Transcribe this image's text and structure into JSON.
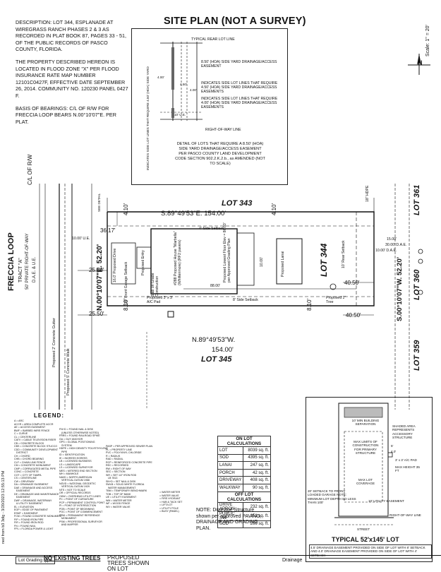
{
  "description": {
    "legal": "DESCRIPTION: LOT 344, ESPLANADE AT WIREGRASS RANCH PHASES 2 & 3 AS RECORDED IN PLAT BOOK 87, PAGES 33 - 51, OF THE PUBLIC RECORDS OF PASCO COUNTY, FLORIDA.",
    "flood": "THE PROPERTY DESCRIBED HEREON IS LOCATED IN FLOOD ZONE \"X\" PER FLOOD INSURANCE RATE MAP NUMBER 12101C0427F, EFFECTIVE DATE SEPTEMBER 26, 2014. COMMUNITY No. 120230 PANEL 0427 F.",
    "bearings": "BASIS OF BEARINGS: C/L OF R/W FOR FRECCIA LOOP BEARS N.00°10'07\"E. PER PLAT."
  },
  "title": "SITE PLAN (NOT A SURVEY)",
  "scale": "Scale: 1\" = 20'",
  "north": "N",
  "detail": {
    "typical_rear": "TYPICAL REAR LOT LINE",
    "easement_a": "8.50' (HOA) SIDE YARD DRAINAGE/ACCESS EASEMENT",
    "dim_400a": "4.00'",
    "dim_450": "4.50'",
    "dim_400b": "4.00'",
    "indicates_a": "INDICATES SIDE LOT LINES THAT REQUIRE 4.50' (HOA) SIDE YARD DRAINAGE/ACCESS EASEMENTS",
    "indicates_b": "INDICATES SIDE LOT LINES THAT REQUIRE 4.00' (HOA) SIDE YARD DRAINAGE/ACCESS EASEMENTS",
    "dim_10": "10' U.E.",
    "row": "RIGHT-OF-WAY LINE",
    "vertical_note": "INDICATES SIDE LOT LINES THAT REQUIRE 4.50' (HOA) SIDE YARD",
    "caption": "DETAIL OF LOTS THAT REQUIRE A 8.50' (HOA) SIDE YARD DRAINAGE/ACCESS EASEMENT PER PASCO COUNTY LAND DEVELOPMENT CODE SECTION 902.2.K.2.b., as AMENDED (NOT TO SCALE)"
  },
  "plan": {
    "road": "FRECCIA LOOP",
    "tract": "TRACT \"A\"",
    "row_width": "50' PRIVATE RIGHT-OF-WAY",
    "due": "D.A.E. & U.E.",
    "cl_rw": "C/L OF R/W",
    "gutter": "Proposed 2' Concrete Gutter",
    "walk": "Proposed 5' Concrete Walk",
    "north_bearing": "N.00°10'07\"E. 52.20'",
    "lot_343": "LOT 343",
    "lot_344": "LOT 344",
    "lot_345": "LOT 345",
    "lot_361": "LOT 361",
    "lot_360": "LOT 360",
    "lot_359": "LOT 359",
    "top_bearing": "S.89°49'53\"E. 154.00'",
    "bottom_bearing": "N.89°49'53\"W.",
    "bottom_dist": "154.00'",
    "east_bearing": "S.00°10'07\"W. 52.20'",
    "d_410_a": "4.10'",
    "d_410_b": "4.10'",
    "d_810_a": "8.10'",
    "d_810_b": "8.10'",
    "d_3617": "36.17'",
    "d_2550_a": "25.50'",
    "d_2550_b": "25.50'",
    "d_4050_a": "40.50'",
    "d_4050_b": "40.50'",
    "d_8800": "88.00'",
    "d_1000": "10.00'",
    "d_1500": "15.00'",
    "side_setback": "4' Side Setback",
    "side_setback_b": "8' Side Setback",
    "ue_10": "10.00' U.E.",
    "dae_10": "10.00' D.A.E.",
    "dae_30": "30.00' D.A.E.",
    "hdpe": "18\" HDPE",
    "drive": "16.0' Proposed Drive",
    "house": "#288 Proposed House \"Marbella\" (Whittenmore) (RF2 pavers)",
    "porch": "Proposed Entry",
    "lanai": "Proposed Lanai",
    "slab": "Slab on Grade Construction",
    "garage": "20' Front Garage Setback",
    "pad": "Proposed 3' x 3' A/C Pad",
    "tree": "Proposed 2\" Tree",
    "rear_setback": "10' Rear Setback",
    "floor": "Proposed Lowest Floor Elev = 86.60' per Approved Grading Plan",
    "wall": "SEE DETAIL"
  },
  "lot_calc": {
    "header": "ON LOT CALCULATIONS",
    "rows": [
      {
        "label": "LOT",
        "value": "8039 sq. ft."
      },
      {
        "label": "SOD",
        "value": "4395 sq. ft."
      },
      {
        "label": "LANAI",
        "value": "247 sq. ft."
      },
      {
        "label": "PORCH",
        "value": "42 sq. ft."
      },
      {
        "label": "DRIVEWAY",
        "value": "408 sq. ft."
      },
      {
        "label": "WALKWAY",
        "value": "90 sq. ft."
      }
    ],
    "off_header": "OFF LOT CALCULATIONS",
    "off_rows": [
      {
        "label": "DRIVE APRON",
        "value": "232 sq. ft."
      },
      {
        "label": "PUBLIC SW",
        "value": "151 sq. ft."
      },
      {
        "label": "SOD",
        "value": "266 sq. ft."
      }
    ]
  },
  "legend": {
    "header": "LEGEND:",
    "col1": "A = ARC\nACCR = AREA COMPLETE ACCR\nAE = ACCESS EASEMENT\nBWF = BARBED WIRE FENCE\nC = CURVE\nCL = CENTERLINE\nCATV = CABLE TELEVISION RISER\nCB = CONCRETE BLOCK\nCBS = CONCRETE BLOCK STUCCO\nCDD = COMMUNITY DEVELOPMENT\n   DISTRICT\nCH = CHORD\nCHB = CHORD BEARING\nCLF = CHAIN LINK FENCE\nCM = CONCRETE MONUMENT\nCMP = CORRUGATED METAL PIPE\nCONC = CONCRETE\nCOT = CITY OF TAMPA\nCS = CENTERLINE\nCW = DRIVEWAY\nDA = DRAINAGE EASEMENT\nDAE = DRAINAGE AND ACCESS\n   EASEMENT\nDE = DRAINAGE AND MAINTENANCE\n   EASEMENT\nDWF = DRAINAGE, WATERWAY\n   & UTILITY EASEMENT\nEL = ELEVATION\nEOP = EDGE OF PAVEMENT\nESMT = EASEMENT\nFCM = FOUND CONCRETE MONUMENT\nFIP = FOUND IRON PIPE\nFIR = FOUND IRON ROD\nFN = FOUND NAIL\nFPL = FLORIDA POWER & LIGHT",
    "col2": "FN+D = FOUND NAIL & DISK\n   (UNLESS OTHERWISE NOTED)\nFRRS = FOUND RAILROAD SPIKE\nGA = GUY ANCHOR\nGPS = GLOBAL POSITIONING\n   SYSTEM\nHDPE = HIGH DENSITY POLYETHYLENE\n   PIPE\nID = IDENTIFICATION\nIE = INGRESS EGRESS\nLB = LICENSED BUSINESS\nLS = LANDSCAPE\nLS = LICENSED SURVEYOR\nMES = MITERED END SECTION\nMH = MANHOLE\nNAVD = NORTH AMERICAN\n   VERTICAL DATUM 1988\nNGVD = NATIONAL GEODETIC\n   VERTICAL DATUM 1929\nNTS = NOT TO SCALE\nOR = OFFICIAL RECORDS\nOHW = OVERHEAD UTILITY LINES\nPC = POINT OF CURVATURE\nPCP = PERMANENT CONTROL POINT\nPI = POINT OF INTERSECTION\nPOB = POINT OF BEGINNING\nPOC = POINT OF COMMENCEMENT\nPRM = PERMANENT REFERENCE\n   MONUMENT\nPSM = PROFESSIONAL SURVEYOR\n   AND MAPPER",
    "col3": "PASP = PER APPROVED SEWER PLAN\nPL = PROPERTY LINE\nPVC = POLYVINYL CHLORIDE\nR = RADIUS\nRAD = RADIAL\nRCP = REINFORCED CONCRETE PIPE\nREC = RECORDED\nRW = RIGHT OF WAY\nSEC = SECTION\nSIR = SET 1/2\" IRON ROD\n   LB 7813\nSN+D = SET NAIL & DISK\nSWLB = SOLID WHITE FLORIDA\n   WATER MANAGEMENT\nTBM = TEMPORARY BENCHMARK\nTOB = TOP OF BANK\nUE = UTILITY EASEMENT\nWM = WATER METER\nWF = WOOD FENCE\nWV = WATER VALVE",
    "col4": "= WATER METER\n= WATER VALVE\n= FIRE HYDRANT\n= HUB & TACK SET\n= LIFT/LOT\n= UTILITY POLE\n= BUSY (PANEL)"
  },
  "note": "NOTE: Drainage Structure shown per approved PAVING, DRAINAGE AND GRADING PLAN.",
  "typical": {
    "caption": "TYPICAL 52'x145' LOT",
    "shaded": "SHADED AREA REPRESENTS ACCESSORY STRUCTURE",
    "setback": "10' MIN BUILDING SEPARATION",
    "line": "MAX LIMITS OF CONSTRUCTION FOR PRIMARY STRUCTURE",
    "d_40": "4.0'",
    "d_50": "5'",
    "ac": "3' x 3' A/C PAD",
    "max_h": "MAX HEIGHT 35 FT",
    "min_lot": "MAX LOT COVERAGE",
    "garage": "20' SETBACK TO FRONT LOADED GARAGE NOTE: MINIMUM LOT DEPTH SO LESS THAN 100'",
    "street": "STREET",
    "row": "RIGHT-OF-WAY LINE",
    "ue": "10' UTILITY EASEMENT",
    "footnote": "4.5' DRAINAGE EASEMENT PROVIDED ON SIDE OF LOT WITH 8' SETBACK AND 4.0' DRAINAGE EASEMENT PROVIDED ON SIDE OF LOT WITH 4' SETBACK"
  },
  "footer": {
    "grading": "Lot Grading type",
    "no_trees": "NO EXISTING TREES",
    "proposed": "PROPOSED TREES SHOWN ON LOT",
    "drainage": "Drainage",
    "stamp": "ned from b3 3dlg - 3/20/2023 12:55:13 PM"
  }
}
